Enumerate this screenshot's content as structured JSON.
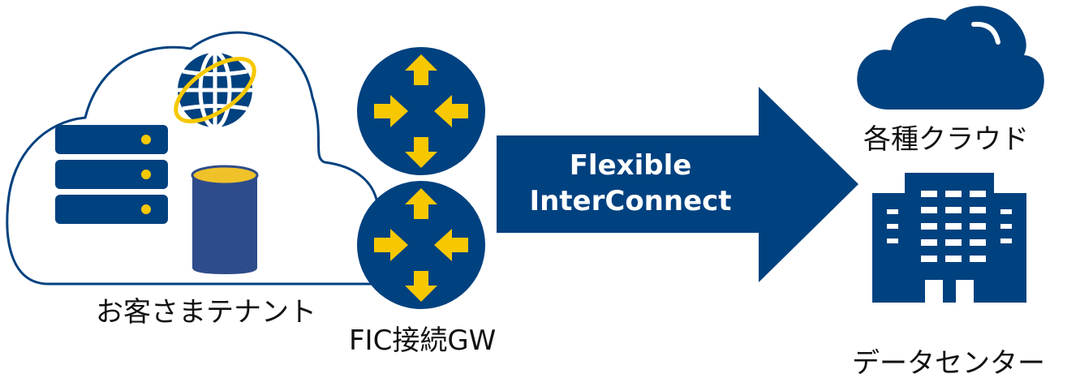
{
  "labels": {
    "tenant": "お客さまテナント",
    "gateway": "FIC接続GW",
    "cloud": "各種クラウド",
    "datacenter": "データセンター"
  },
  "arrow": {
    "line1": "Flexible",
    "line2": "InterConnect"
  },
  "colors": {
    "navy": "#00417f",
    "yellow": "#f7c800",
    "cylinder": "#2e4c8b",
    "cylinder_top": "#f0c22a"
  },
  "icons": [
    "globe-icon",
    "server-icon",
    "database-icon",
    "router-icon",
    "cloud-icon",
    "building-icon"
  ]
}
